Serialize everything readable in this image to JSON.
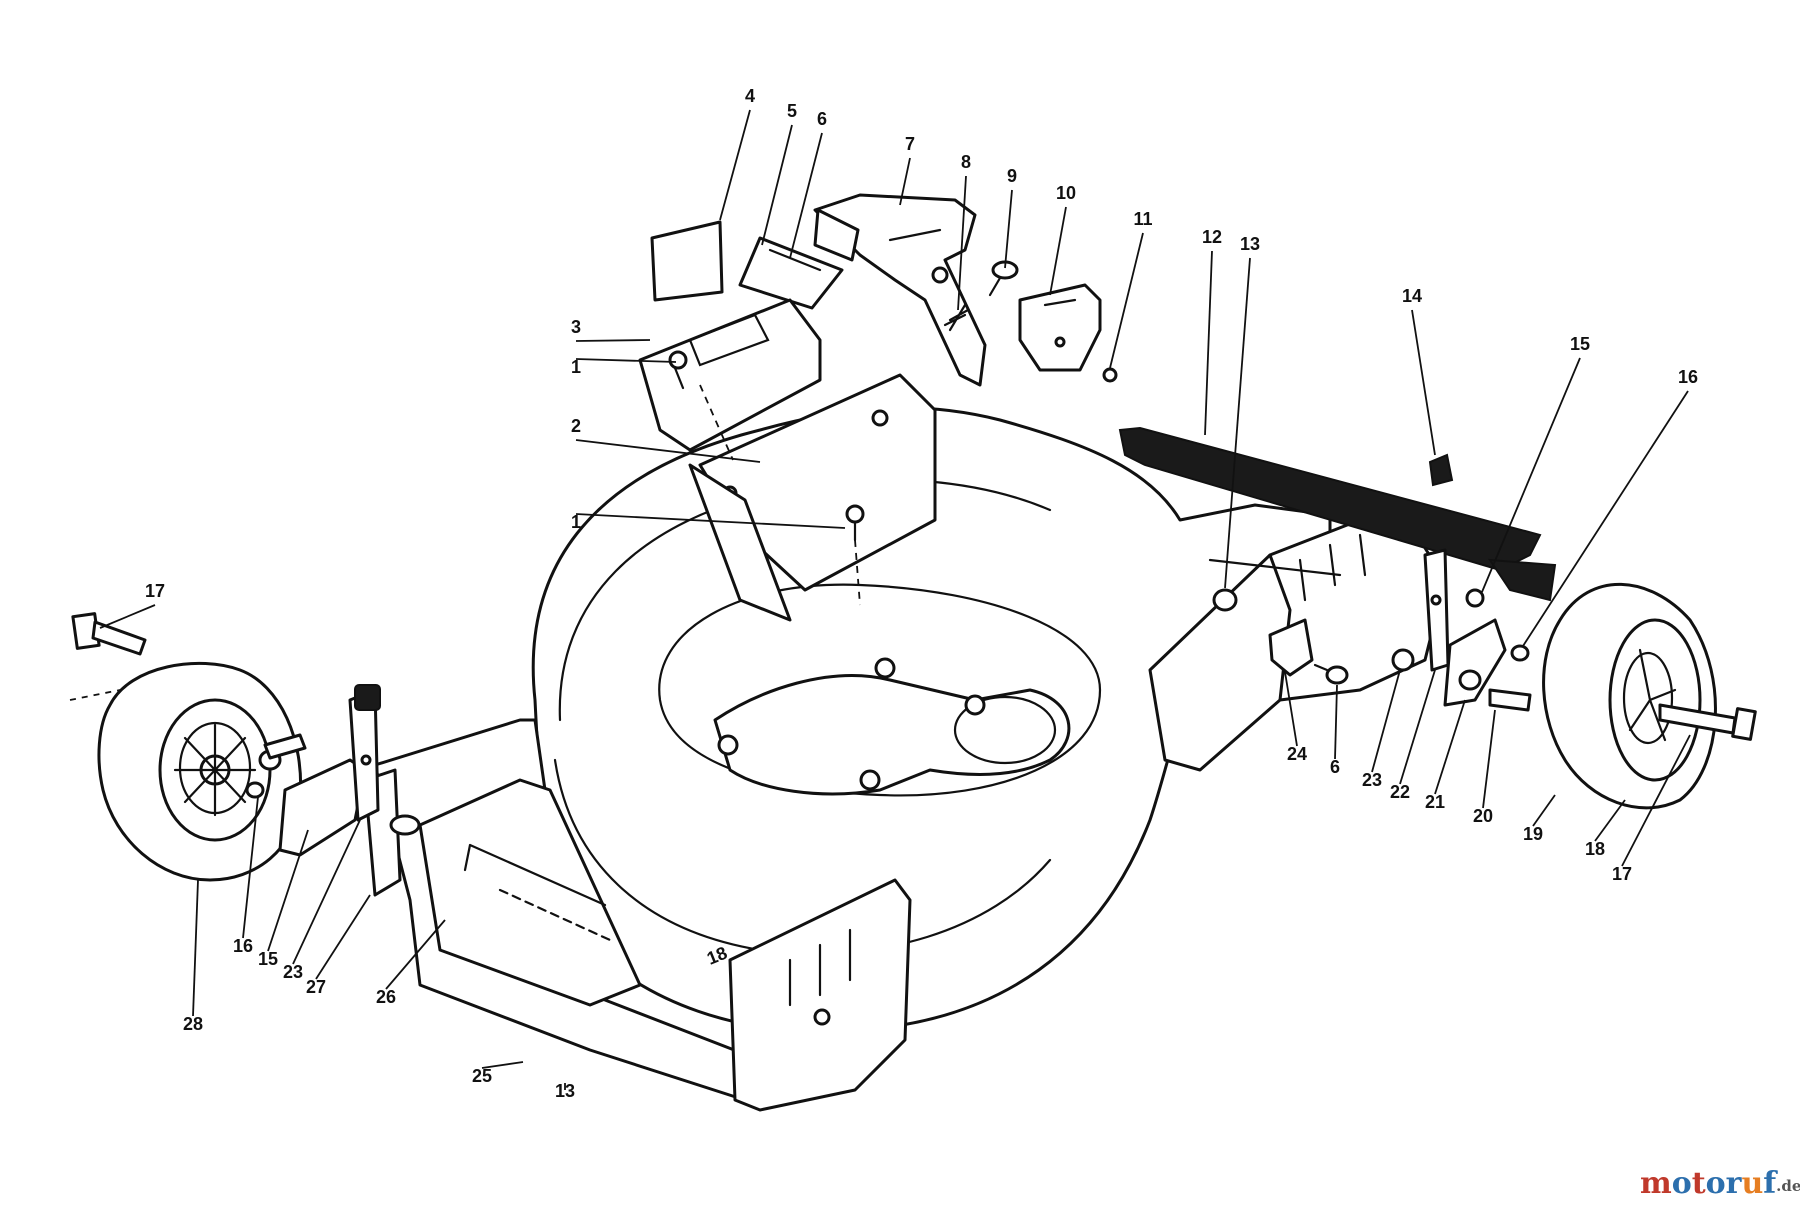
{
  "diagram": {
    "deck_size_marking": "18",
    "callouts": [
      "1",
      "1",
      "2",
      "3",
      "4",
      "5",
      "6",
      "7",
      "8",
      "9",
      "10",
      "11",
      "12",
      "13",
      "14",
      "15",
      "16",
      "17",
      "6",
      "13",
      "15",
      "16",
      "17",
      "18",
      "19",
      "20",
      "21",
      "22",
      "23",
      "23",
      "24",
      "25",
      "26",
      "27",
      "28"
    ]
  },
  "watermark": {
    "brand": "motoruf",
    "suffix": ".de",
    "colors": {
      "m": "#c0392b",
      "o": "#2c6fad",
      "t": "#c0392b",
      "r": "#2c6fad",
      "u": "#e67e22",
      "f": "#2c6fad",
      "suffix": "#555555"
    }
  },
  "colors": {
    "line": "#111111",
    "fill": "#ffffff",
    "dark_part": "#1a1a1a"
  }
}
